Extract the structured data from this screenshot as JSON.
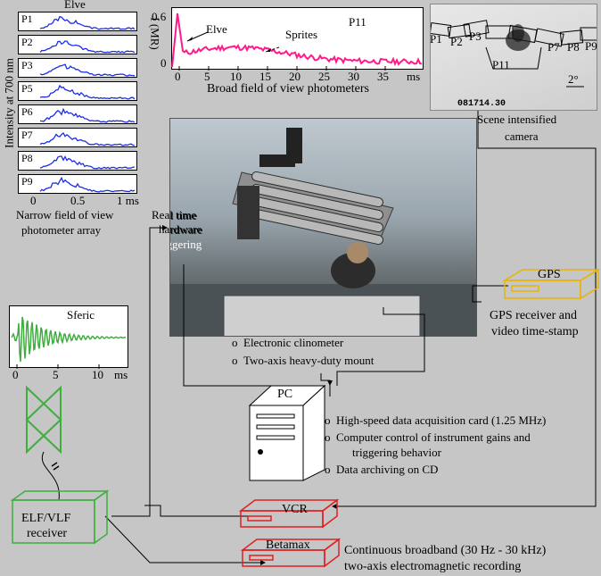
{
  "colors": {
    "blue": "#1a2ee6",
    "magenta": "#ff1a8c",
    "green": "#3fae3f",
    "red": "#e02020",
    "gold": "#e8b400",
    "bg": "#c6c6c6"
  },
  "narrow": {
    "title": "Elve",
    "ylabel": "Intensity at 700 nm",
    "channels": [
      "P1",
      "P2",
      "P3",
      "P5",
      "P6",
      "P7",
      "P8",
      "P9"
    ],
    "ticks": [
      "0",
      "0.5",
      "1 ms"
    ],
    "caption1": "Narrow field of view",
    "caption2": "photometer array"
  },
  "broad": {
    "ylabel": "I (MR)",
    "ytick_top": "0.6",
    "ytick_bottom": "0",
    "label_elve": "Elve",
    "label_sprites": "Sprites",
    "label_channel": "P11",
    "xticks": [
      "0",
      "5",
      "10",
      "15",
      "20",
      "25",
      "30",
      "35",
      "ms"
    ],
    "caption": "Broad field of view photometers"
  },
  "camera": {
    "timestamp": "081714.30",
    "scale": "2°",
    "fov_labels": [
      "P1",
      "P2",
      "P3",
      "P7",
      "P8",
      "P9"
    ],
    "inner_label": "P11",
    "caption1": "Scene intensified",
    "caption2": "camera"
  },
  "triggering": {
    "line1": "Real time",
    "line2": "hardware",
    "line3": "triggering"
  },
  "mount": {
    "item1": "Electronic clinometer",
    "item2": "Two-axis heavy-duty mount"
  },
  "gps": {
    "label": "GPS",
    "caption1": "GPS receiver and",
    "caption2": "video time-stamp"
  },
  "sferic": {
    "label": "Sferic",
    "xticks": [
      "0",
      "5",
      "10",
      "ms"
    ]
  },
  "pc": {
    "label": "PC",
    "item1": "High-speed data acquisition card (1.25 MHz)",
    "item2": "Computer control of instrument gains and",
    "item2b": "triggering behavior",
    "item3": "Data archiving on CD"
  },
  "receiver": {
    "line1": "ELF/VLF",
    "line2": "receiver"
  },
  "vcr": {
    "label": "VCR"
  },
  "betamax": {
    "label": "Betamax",
    "caption1": "Continuous broadband (30 Hz - 30 kHz)",
    "caption2": "two-axis electromagnetic recording"
  }
}
